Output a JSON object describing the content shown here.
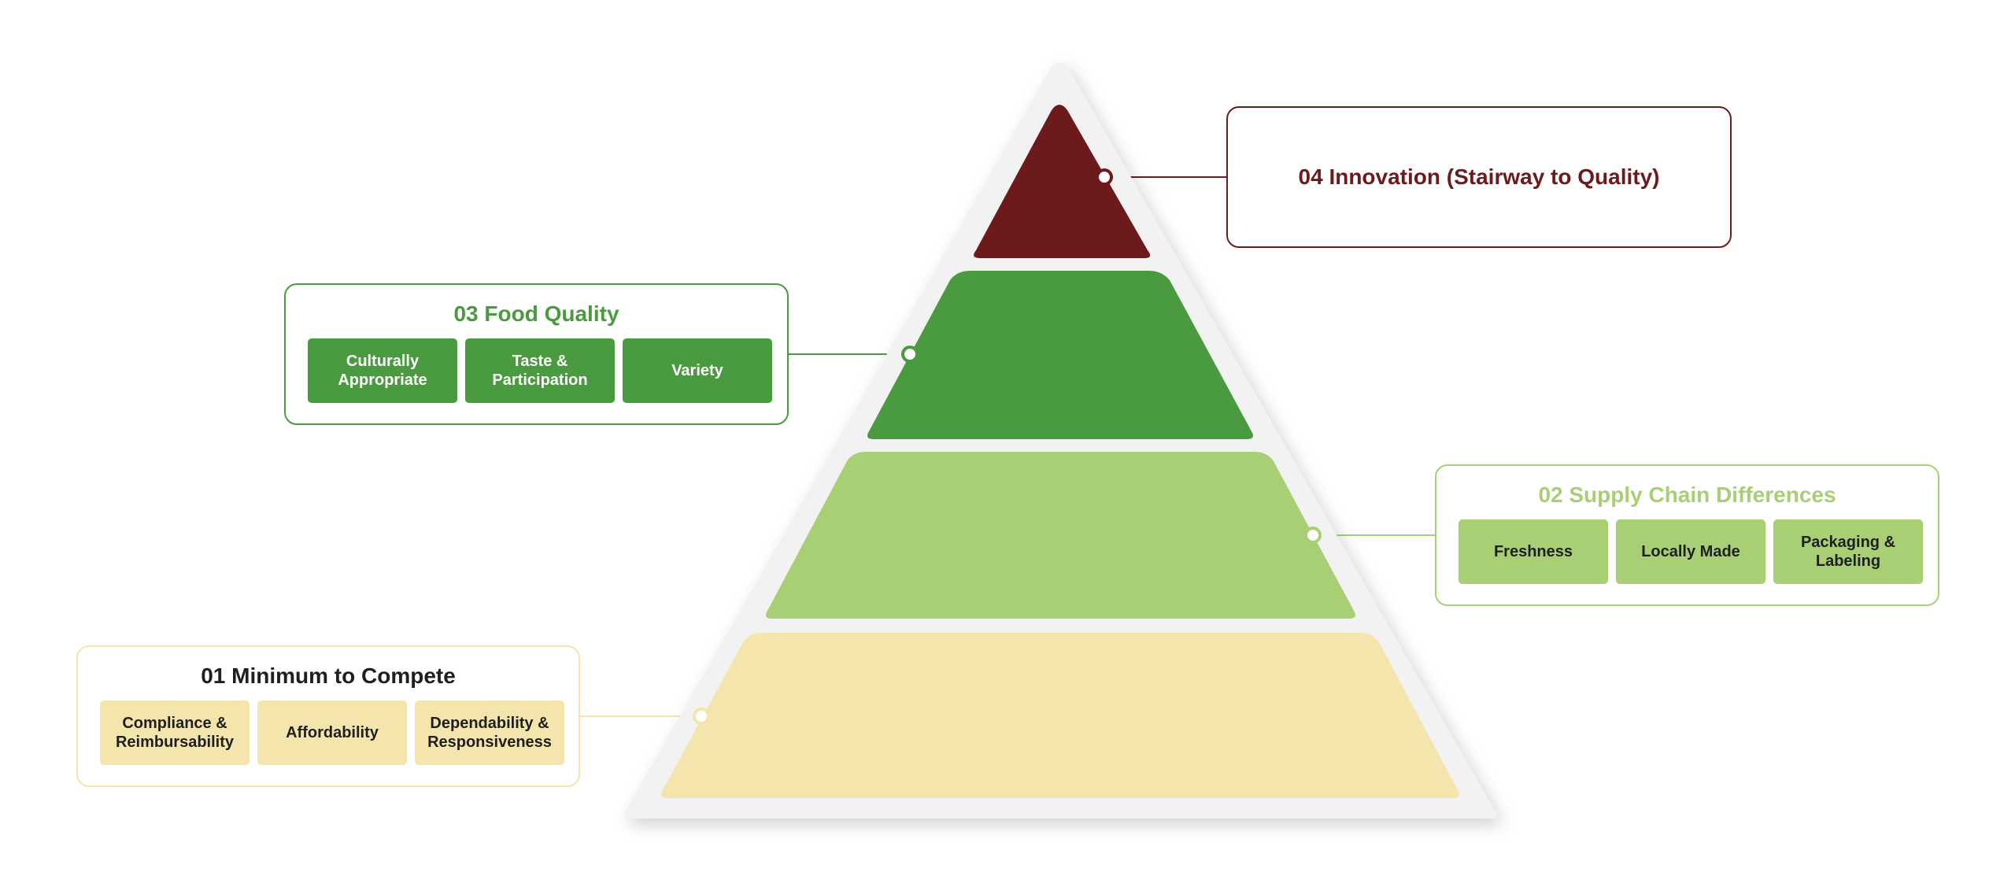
{
  "colors": {
    "innovation": "#6d1a1c",
    "food_quality": "#4a9a40",
    "supply_chain": "#a8cf74",
    "minimum": "#f3e5ab",
    "pyramid_frame": "#f1f2f1",
    "dark_text": "#1f1f1f",
    "white_text": "#ffffff"
  },
  "levels": {
    "innovation": {
      "title": "04 Innovation (Stairway to Quality)",
      "items": []
    },
    "food_quality": {
      "title": "03 Food Quality",
      "items": [
        "Culturally Appropriate",
        "Taste & Participation",
        "Variety"
      ]
    },
    "supply_chain": {
      "title": "02 Supply Chain Differences",
      "items": [
        "Freshness",
        "Locally Made",
        "Packaging & Labeling"
      ]
    },
    "minimum": {
      "title": "01 Minimum to Compete",
      "items": [
        "Compliance & Reimbursability",
        "Affordability",
        "Dependability & Responsiveness"
      ]
    }
  }
}
